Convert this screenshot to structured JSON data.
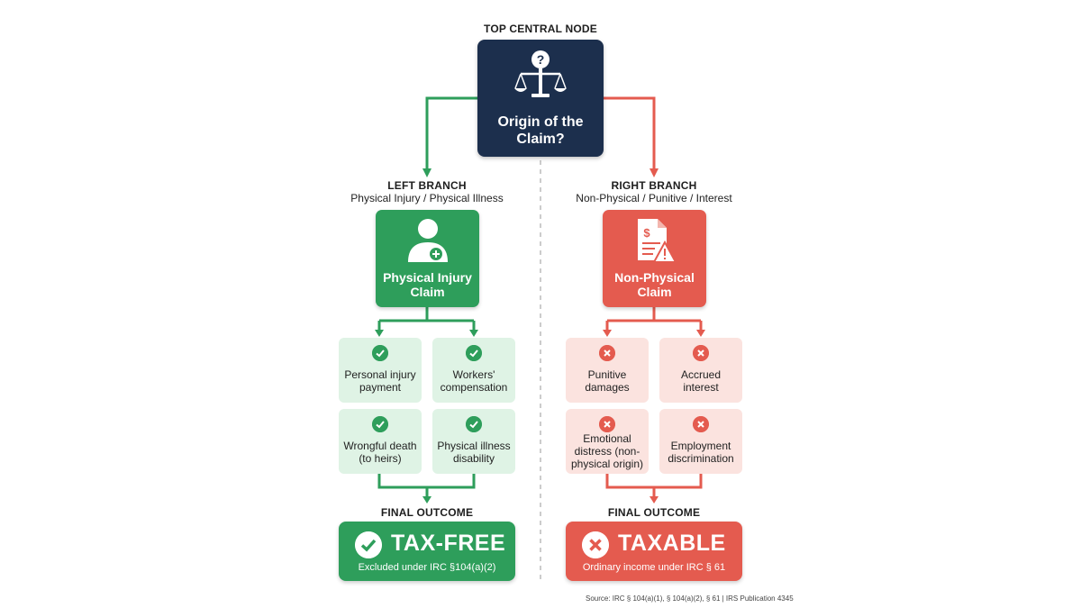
{
  "top": {
    "heading": "TOP CENTRAL NODE",
    "title_line1": "Origin of the",
    "title_line2": "Claim?",
    "icon": "scales-question-icon",
    "color": "#1c2f4d"
  },
  "left": {
    "heading": "LEFT BRANCH",
    "subheading": "Physical Injury / Physical Illness",
    "node_line1": "Physical Injury",
    "node_line2": "Claim",
    "icon": "person-medical-icon",
    "color": "#2e9e5b",
    "items": [
      {
        "line1": "Personal injury",
        "line2": "payment",
        "icon": "check-icon"
      },
      {
        "line1": "Workers'",
        "line2": "compensation",
        "icon": "check-icon"
      },
      {
        "line1": "Wrongful death",
        "line2": "(to heirs)",
        "icon": "check-icon"
      },
      {
        "line1": "Physical illness",
        "line2": "disability",
        "icon": "check-icon"
      }
    ],
    "outcome_heading": "FINAL OUTCOME",
    "outcome_title": "TAX-FREE",
    "outcome_sub": "Excluded under IRC §104(a)(2)"
  },
  "right": {
    "heading": "RIGHT BRANCH",
    "subheading": "Non-Physical / Punitive / Interest",
    "node_line1": "Non-Physical",
    "node_line2": "Claim",
    "icon": "document-dollar-warning-icon",
    "color": "#e45b4f",
    "items": [
      {
        "line1": "Punitive",
        "line2": "damages",
        "icon": "x-icon"
      },
      {
        "line1": "Accrued",
        "line2": "interest",
        "icon": "x-icon"
      },
      {
        "line1": "Emotional",
        "line2": "distress (non-",
        "line3": "physical origin)",
        "icon": "x-icon"
      },
      {
        "line1": "Employment",
        "line2": "discrimination",
        "icon": "x-icon"
      }
    ],
    "outcome_heading": "FINAL OUTCOME",
    "outcome_title": "TAXABLE",
    "outcome_sub": "Ordinary income under IRC § 61"
  },
  "source": "Source: IRC § 104(a)(1), § 104(a)(2), § 61 | IRS Publication 4345"
}
